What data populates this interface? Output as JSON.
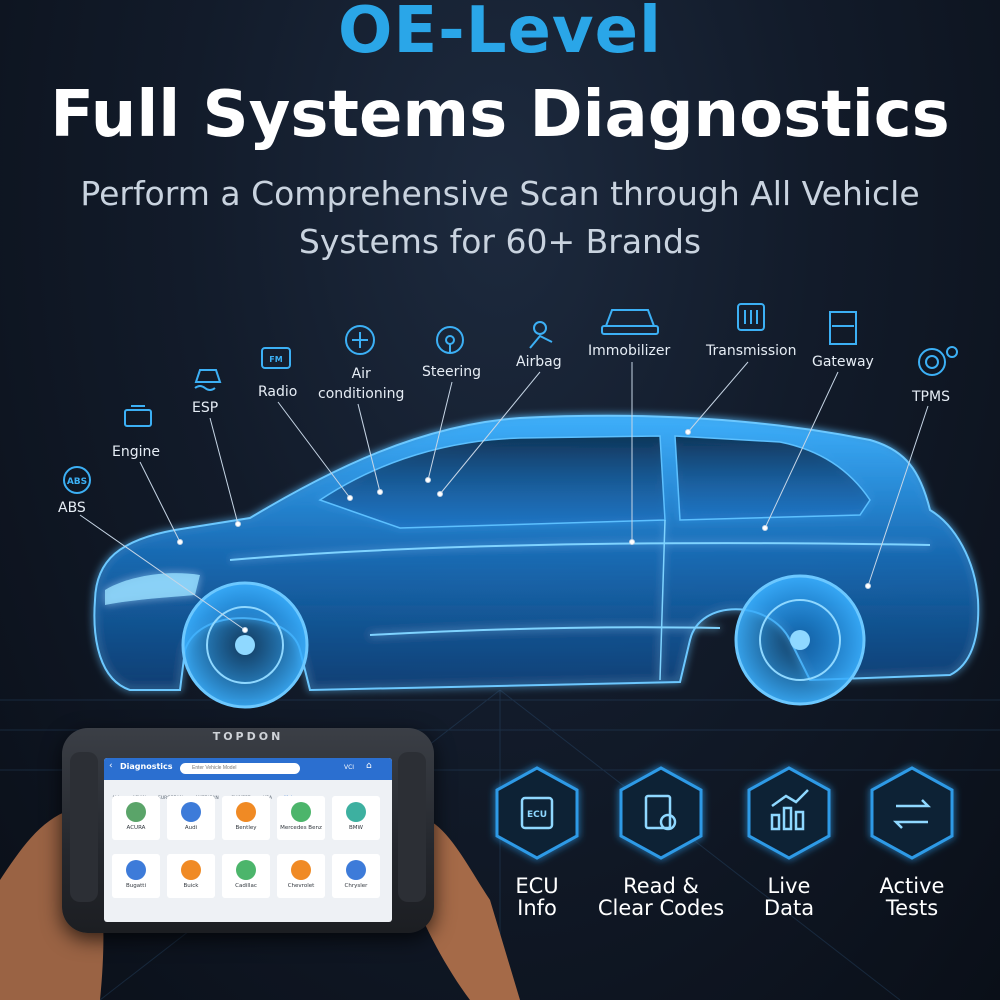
{
  "header": {
    "eyebrow": "OE-Level",
    "title": "Full Systems Diagnostics",
    "subtitle_line1": "Perform a Comprehensive Scan through All Vehicle",
    "subtitle_line2": "Systems for 60+ Brands"
  },
  "systems": [
    {
      "id": "abs",
      "label": "ABS",
      "icon": "abs-icon"
    },
    {
      "id": "engine",
      "label": "Engine",
      "icon": "engine-icon"
    },
    {
      "id": "esp",
      "label": "ESP",
      "icon": "esp-skid-icon"
    },
    {
      "id": "radio",
      "label": "Radio",
      "icon": "fm-radio-icon"
    },
    {
      "id": "air",
      "label": "Air\nconditioning",
      "icon": "snowflake-icon"
    },
    {
      "id": "steering",
      "label": "Steering",
      "icon": "steering-wheel-icon"
    },
    {
      "id": "airbag",
      "label": "Airbag",
      "icon": "airbag-icon"
    },
    {
      "id": "immobilizer",
      "label": "Immobilizer",
      "icon": "car-key-icon"
    },
    {
      "id": "transmission",
      "label": "Transmission",
      "icon": "gearbox-icon"
    },
    {
      "id": "gateway",
      "label": "Gateway",
      "icon": "gateway-door-icon"
    },
    {
      "id": "tpms",
      "label": "TPMS",
      "icon": "tire-pressure-icon"
    }
  ],
  "tablet": {
    "brand": "TOPDON",
    "app_title": "Diagnostics",
    "search_placeholder": "Enter Vehicle Model",
    "vci_label": "VCI",
    "region_tabs": [
      "ALL",
      "ASIAN",
      "EUROPEAN",
      "AMERICAN",
      "CHINESE",
      "USA",
      "Make"
    ],
    "makes": [
      {
        "name": "ACURA",
        "color": "#5aa469"
      },
      {
        "name": "Audi",
        "color": "#3d7bd9"
      },
      {
        "name": "Bentley",
        "color": "#f08a24"
      },
      {
        "name": "Mercedes Benz",
        "color": "#4cb56b"
      },
      {
        "name": "BMW",
        "color": "#3db0a0"
      },
      {
        "name": "Bugatti",
        "color": "#3d7bd9"
      },
      {
        "name": "Buick",
        "color": "#f08a24"
      },
      {
        "name": "Cadillac",
        "color": "#4cb56b"
      },
      {
        "name": "Chevrolet",
        "color": "#f08a24"
      },
      {
        "name": "Chrysler",
        "color": "#3d7bd9"
      }
    ]
  },
  "features": [
    {
      "line1": "ECU",
      "line2": "Info",
      "icon": "ecu-chip-icon"
    },
    {
      "line1": "Read &",
      "line2": "Clear Codes",
      "icon": "code-search-icon"
    },
    {
      "line1": "Live",
      "line2": "Data",
      "icon": "live-data-chart-icon"
    },
    {
      "line1": "Active",
      "line2": "Tests",
      "icon": "active-test-arrows-icon"
    }
  ],
  "colors": {
    "accent": "#2aa6e8",
    "glow": "#1e8fe0",
    "text": "#ffffff"
  }
}
